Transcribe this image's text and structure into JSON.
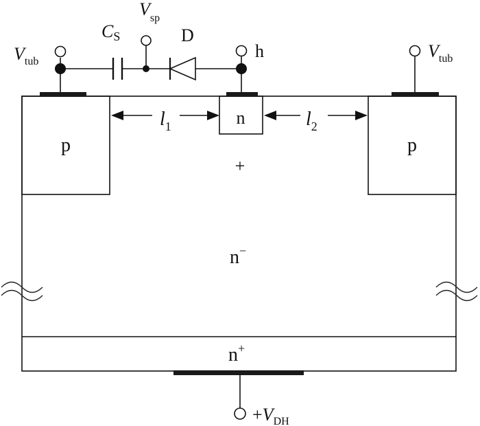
{
  "labels": {
    "v_tub_left": {
      "main": "V",
      "sub": "tub"
    },
    "v_tub_right": {
      "main": "V",
      "sub": "tub"
    },
    "c_s": {
      "main": "C",
      "sub": "S"
    },
    "v_sp": {
      "main": "V",
      "sub": "sp"
    },
    "diode": "D",
    "h": "h",
    "l1": {
      "main": "l",
      "sub": "1"
    },
    "l2": {
      "main": "l",
      "sub": "2"
    },
    "n_region": "n",
    "p_left": "p",
    "p_right": "p",
    "plus": "+",
    "n_minus": {
      "main": "n",
      "sup": "−"
    },
    "n_plus": {
      "main": "n",
      "sup": "+"
    },
    "v_dh": {
      "prefix": "+",
      "main": "V",
      "sub": "DH"
    }
  }
}
